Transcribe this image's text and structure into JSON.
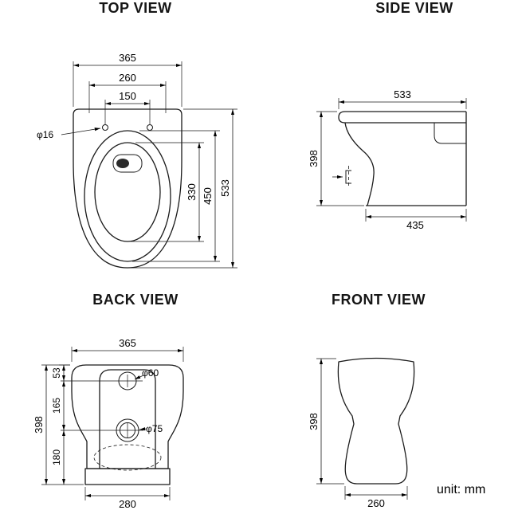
{
  "unit_label": "unit: mm",
  "views": {
    "top": {
      "title": "TOP VIEW",
      "dims": {
        "overall_width": "365",
        "tank_width": "260",
        "hinge_spacing": "150",
        "hinge_hole_dia": "φ16",
        "opening_length": "330",
        "seat_length": "450",
        "overall_length": "533"
      }
    },
    "side": {
      "title": "SIDE VIEW",
      "dims": {
        "overall_length": "533",
        "height": "398",
        "base_length": "435"
      }
    },
    "back": {
      "title": "BACK VIEW",
      "dims": {
        "overall_width": "365",
        "top_to_inlet": "53",
        "inlet_to_outlet": "165",
        "height": "398",
        "outlet_to_floor": "180",
        "inlet_dia": "φ60",
        "outlet_dia": "φ75",
        "base_width": "280"
      }
    },
    "front": {
      "title": "FRONT VIEW",
      "dims": {
        "height": "398",
        "base_width": "260"
      }
    }
  }
}
